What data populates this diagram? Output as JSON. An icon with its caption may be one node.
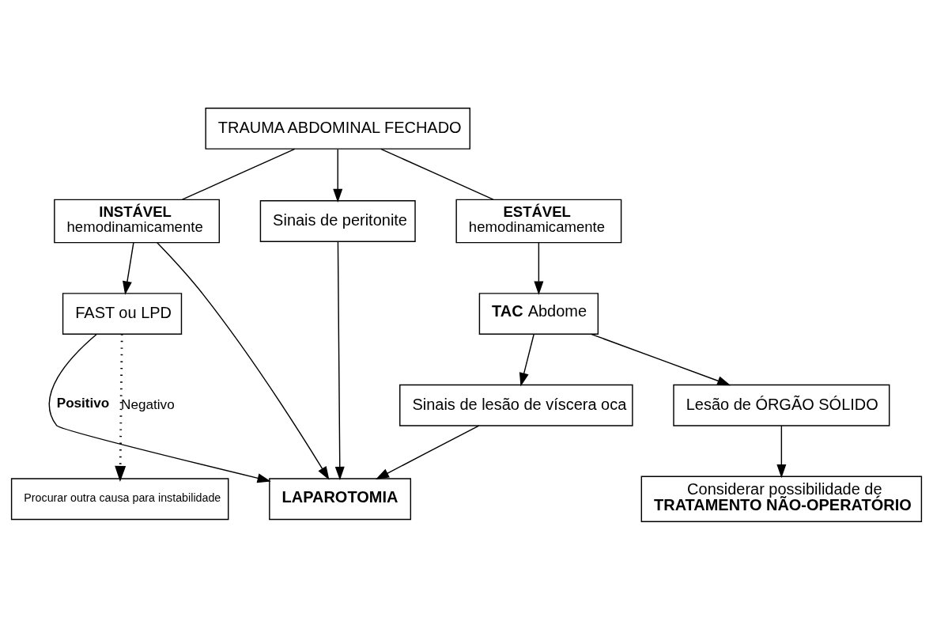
{
  "diagram": {
    "nodes": [
      {
        "text": [
          "TRAUMA ABDOMINAL FECHADO"
        ]
      },
      {
        "text": [
          "**INSTÁVEL**",
          "hemodinamicamente"
        ]
      },
      {
        "text": [
          "Sinais de peritonite"
        ]
      },
      {
        "text": [
          "**ESTÁVEL**",
          "hemodinamicamente"
        ]
      },
      {
        "text": [
          "FAST ou LPD"
        ]
      },
      {
        "text": [
          "**TAC** Abdome"
        ]
      },
      {
        "text": [
          "Sinais de lesão de víscera oca"
        ]
      },
      {
        "text": [
          "Lesão de ÓRGÃO SÓLIDO"
        ]
      },
      {
        "text": [
          "**LAPAROTOMIA**"
        ]
      },
      {
        "text": [
          "Procurar outra causa para instabilidade"
        ]
      },
      {
        "text": [
          "Considerar possibilidade de",
          "**TRATAMENTO NÃO-OPERATÓRIO**"
        ]
      }
    ],
    "edges": [
      {
        "from": 0,
        "to": 1,
        "arrow": "none"
      },
      {
        "from": 0,
        "to": 2,
        "arrow": "to"
      },
      {
        "from": 0,
        "to": 3,
        "arrow": "none"
      },
      {
        "from": 1,
        "to": 8,
        "arrow": "to"
      },
      {
        "from": 1,
        "to": 4,
        "arrow": "to"
      },
      {
        "from": 4,
        "to": 8,
        "arrow": "to",
        "label": "**Positivo**"
      },
      {
        "from": 4,
        "to": 9,
        "arrow": "to",
        "label": "Negativo",
        "style": "dashed"
      },
      {
        "from": 2,
        "to": 8,
        "arrow": "to"
      },
      {
        "from": 3,
        "to": 5,
        "arrow": "to"
      },
      {
        "from": 5,
        "to": 6,
        "arrow": "to"
      },
      {
        "from": 5,
        "to": 7,
        "arrow": "to"
      },
      {
        "from": 6,
        "to": 8,
        "arrow": "to"
      },
      {
        "from": 7,
        "to": 10,
        "arrow": "to"
      }
    ]
  }
}
